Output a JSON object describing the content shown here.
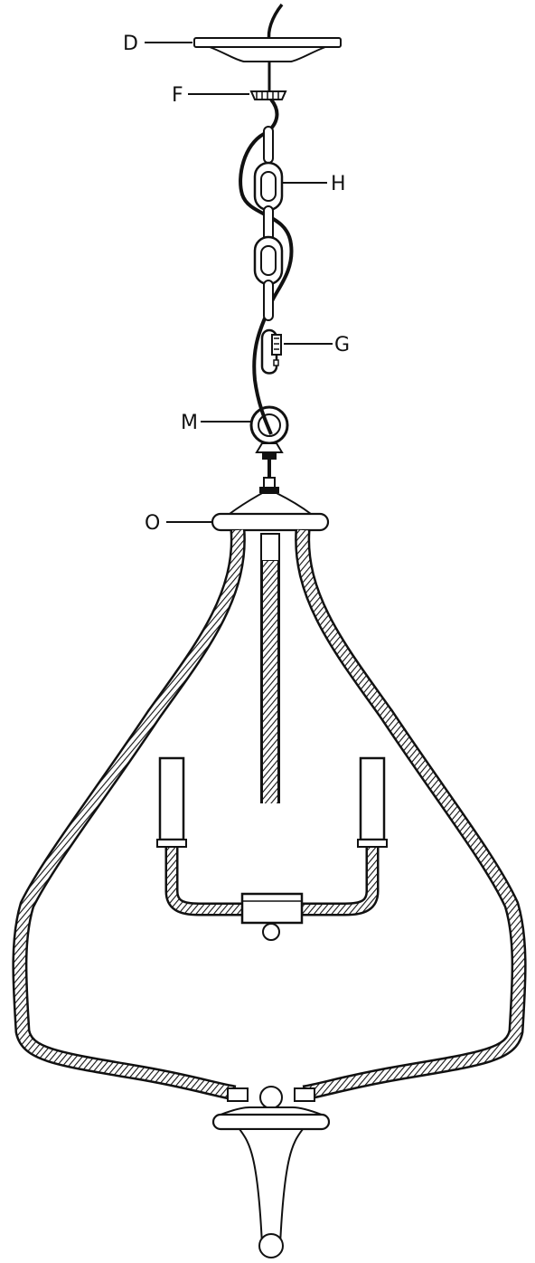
{
  "diagram": {
    "parts": [
      {
        "id": "D",
        "label": "D",
        "name": "canopy"
      },
      {
        "id": "F",
        "label": "F",
        "name": "lock-nut"
      },
      {
        "id": "H",
        "label": "H",
        "name": "chain"
      },
      {
        "id": "G",
        "label": "G",
        "name": "quick-link"
      },
      {
        "id": "M",
        "label": "M",
        "name": "loop"
      },
      {
        "id": "O",
        "label": "O",
        "name": "fixture-cap"
      }
    ]
  },
  "colors": {
    "line": "#111111",
    "rope_fill": "#ffffff"
  }
}
